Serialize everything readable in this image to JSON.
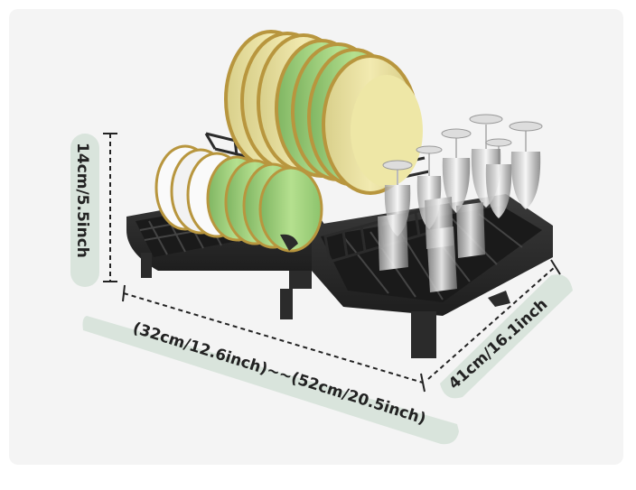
{
  "image": {
    "subject": "expandable dish drying rack",
    "colors": {
      "background": "#f4f4f4",
      "rack": "#2b2b2b",
      "plate_green": "#9fcf7e",
      "plate_gold": "#c9a85a",
      "label_pill": "#d9e4dc"
    }
  },
  "dimensions": {
    "height_label": "14cm/5.5inch",
    "width_label": "(32cm/12.6inch)~~(52cm/20.5inch)",
    "depth_label": "41cm/16.1inch"
  }
}
